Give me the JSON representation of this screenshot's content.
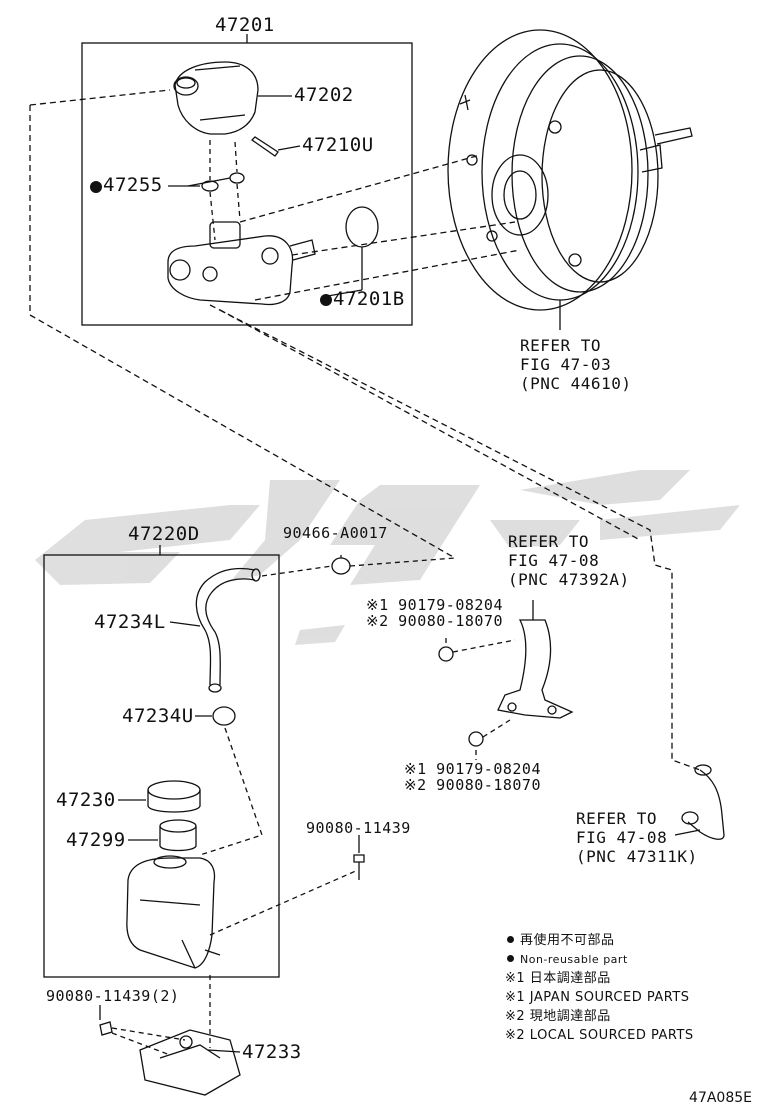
{
  "parts": {
    "p47201": "47201",
    "p47202": "47202",
    "p47210U": "47210U",
    "p47255": "47255",
    "p47201B": "47201B",
    "p47220D": "47220D",
    "p90466": "90466-A0017",
    "p47234L": "47234L",
    "p47234U": "47234U",
    "p47230": "47230",
    "p47299": "47299",
    "p90080_11439": "90080-11439",
    "p90080_11439_2": "90080-11439(2)",
    "p47233": "47233",
    "p90179_a": "※1 90179-08204",
    "p90080_18070_a": "※2 90080-18070",
    "p90179_b": "※1 90179-08204",
    "p90080_18070_b": "※2 90080-18070"
  },
  "refs": {
    "ref_44610": "REFER TO\nFIG 47-03\n(PNC 44610)",
    "ref_47392A": "REFER TO\nFIG 47-08\n(PNC 47392A)",
    "ref_47311K": "REFER TO\nFIG 47-08\n(PNC 47311K)"
  },
  "legend": {
    "l1": "再使用不可部品",
    "l2": "Non-reusable part",
    "l3": "※1 日本調達部品",
    "l4": "※1 JAPAN SOURCED PARTS",
    "l5": "※2 現地調達部品",
    "l6": "※2 LOCAL SOURCED PARTS"
  },
  "figure_id": "47A085E",
  "colors": {
    "ink": "#111111",
    "watermark": "#d9d9d9"
  }
}
